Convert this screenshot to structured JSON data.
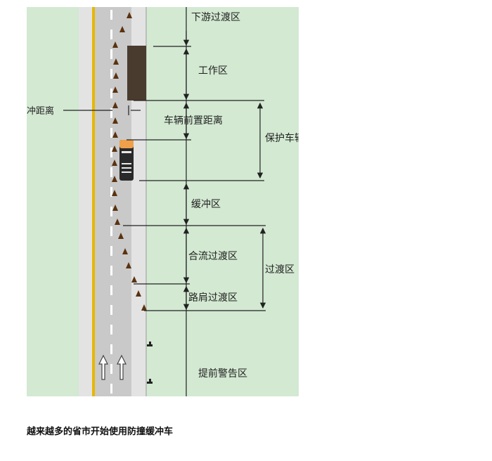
{
  "diagram": {
    "zones": {
      "downstream_transition": "下游过渡区",
      "work_zone": "工作区",
      "vehicle_front_distance": "车辆前置距离",
      "protection_vehicle": "保护车辆",
      "buffer_zone": "缓冲区",
      "merge_transition": "合流过渡区",
      "transition_zone": "过渡区",
      "shoulder_transition": "路肩过渡区",
      "advance_warning": "提前警告区"
    },
    "buffer_distance": "缓冲距离"
  },
  "colors": {
    "grass": "#d3e9d2",
    "road": "#c9c9c9",
    "shoulder": "#e3e3e3",
    "center_line": "#e6b800",
    "work_area": "#4a3b2f",
    "vehicle_cab": "#f0a04a",
    "cone": "#5a3210"
  },
  "caption": "越来越多的省市开始使用防撞缓冲车"
}
